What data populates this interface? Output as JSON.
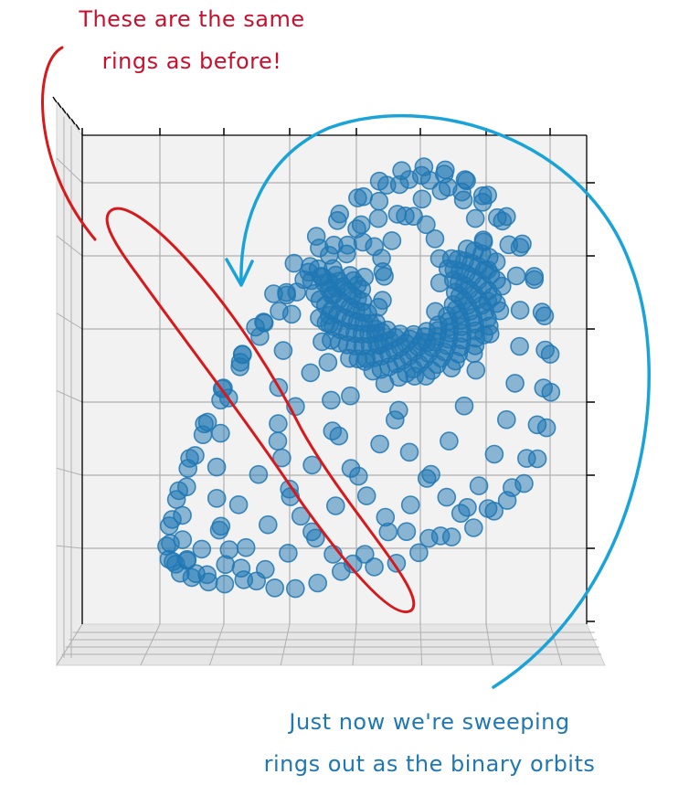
{
  "annotations": {
    "red_note": [
      "These are the same",
      "rings as before!"
    ],
    "blue_note": [
      "Just now we're sweeping",
      "rings out as the binary orbits"
    ]
  },
  "colors": {
    "points": "#1f77b4",
    "red_annotation": "#d7191c",
    "blue_annotation": "#1aa3d9",
    "pane": "#f2f2f2",
    "grid": "#b0b0b0"
  },
  "chart_data": {
    "type": "scatter",
    "projection": "3d",
    "title": "",
    "xlabel": "",
    "ylabel": "",
    "zlabel": "",
    "grid": true,
    "tick_labels_shown": false,
    "series": [
      {
        "marker": "circle",
        "alpha": 0.5,
        "rings": [
          {
            "cx": -0.45,
            "cy": -0.15,
            "rx": 0.18,
            "ry": 0.78,
            "rotation_deg": -32,
            "points": 26
          },
          {
            "cx": -0.3,
            "cy": -0.1,
            "rx": 0.3,
            "ry": 0.92,
            "rotation_deg": -34,
            "points": 30
          },
          {
            "cx": -0.12,
            "cy": -0.05,
            "rx": 0.42,
            "ry": 1.02,
            "rotation_deg": -36,
            "points": 34
          },
          {
            "cx": 0.1,
            "cy": 0.02,
            "rx": 0.58,
            "ry": 1.05,
            "rotation_deg": -30,
            "points": 36
          },
          {
            "cx": 0.35,
            "cy": 0.1,
            "rx": 0.62,
            "ry": 0.95,
            "rotation_deg": -15,
            "points": 34
          },
          {
            "cx": 0.55,
            "cy": 0.15,
            "rx": 0.58,
            "ry": 0.85,
            "rotation_deg": 0,
            "points": 30
          },
          {
            "cx": 0.7,
            "cy": 0.18,
            "rx": 0.45,
            "ry": 0.75,
            "rotation_deg": 10,
            "points": 26
          }
        ],
        "dense_arc": {
          "cx": 0.4,
          "cy": 0.45,
          "r_inner": 0.25,
          "r_outer": 0.5,
          "start_deg": 160,
          "end_deg": 400,
          "points": 160
        }
      }
    ]
  }
}
